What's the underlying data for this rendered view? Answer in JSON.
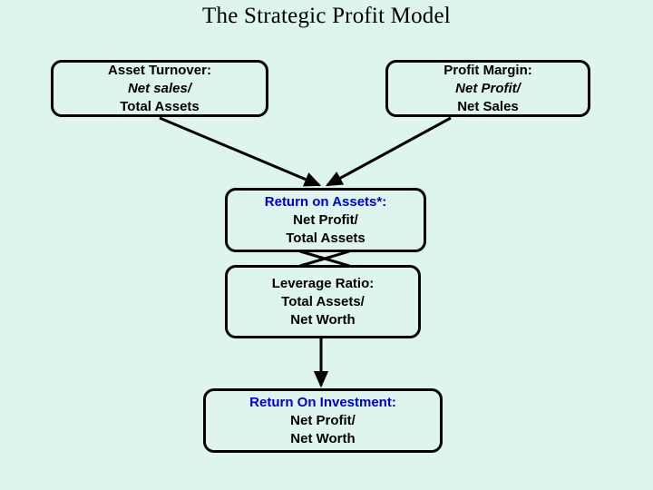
{
  "slide": {
    "title": "The Strategic Profit Model",
    "background_color": "#ddf4ef",
    "text_color": "#000000",
    "accent_color": "#0000CC",
    "border_color": "#000000"
  },
  "nodes": {
    "asset_turnover": {
      "line1": "Asset Turnover:",
      "line2": "Net sales/",
      "line3": "Total Assets"
    },
    "profit_margin": {
      "line1": "Profit Margin:",
      "line2": "Net Profit/",
      "line3": "Net Sales"
    },
    "return_on_assets": {
      "line1": "Return on Assets*:",
      "line2": "Net Profit/",
      "line3": "Total Assets"
    },
    "leverage_ratio": {
      "line1": "Leverage Ratio:",
      "line2": "Total Assets/",
      "line3": "Net Worth"
    },
    "return_on_investment": {
      "line1": "Return On Investment:",
      "line2": "Net Profit/",
      "line3": "Net Worth"
    }
  },
  "connectors": [
    {
      "name": "asset-turnover-to-return-on-assets",
      "from": "asset_turnover",
      "to": "return_on_assets",
      "style": "arrow"
    },
    {
      "name": "profit-margin-to-return-on-assets",
      "from": "profit_margin",
      "to": "return_on_assets",
      "style": "arrow"
    },
    {
      "name": "return-on-assets-to-leverage-ratio",
      "from": "return_on_assets",
      "to": "leverage_ratio",
      "style": "cross"
    },
    {
      "name": "leverage-ratio-to-return-on-investment",
      "from": "leverage_ratio",
      "to": "return_on_investment",
      "style": "arrow"
    }
  ]
}
